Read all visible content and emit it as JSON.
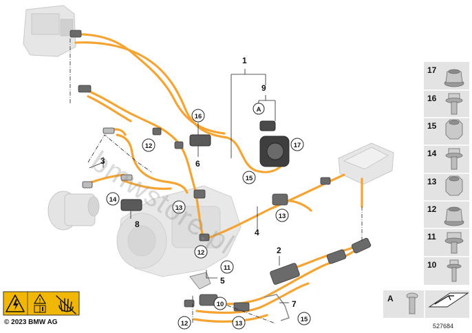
{
  "callouts": {
    "c1": "1",
    "c2": "2",
    "c3": "3",
    "c4": "4",
    "c5": "5",
    "c6": "6",
    "c7": "7",
    "c8": "8",
    "c9": "9"
  },
  "circled": {
    "a": "A",
    "n16": "16",
    "n17": "17",
    "n12a": "12",
    "n15a": "15",
    "n14": "14",
    "n13a": "13",
    "n13b": "13",
    "n12b": "12",
    "n11": "11",
    "n10": "10",
    "n12c": "12",
    "n13c": "13",
    "n15b": "15"
  },
  "parts_list": [
    {
      "num": "17",
      "icon": "flange-nut-icon"
    },
    {
      "num": "16",
      "icon": "flange-bolt-icon"
    },
    {
      "num": "15",
      "icon": "hex-nut-icon"
    },
    {
      "num": "14",
      "icon": "flange-bolt-icon"
    },
    {
      "num": "13",
      "icon": "hex-nut-icon"
    },
    {
      "num": "12",
      "icon": "flange-nut-icon"
    },
    {
      "num": "11",
      "icon": "collar-bolt-icon"
    },
    {
      "num": "10",
      "icon": "stud-bolt-icon"
    }
  ],
  "detail": {
    "label": "A"
  },
  "footer": {
    "copyright": "© 2023 BMW AG",
    "doc_number": "527684"
  },
  "watermark": "bmwstore.pl",
  "colors": {
    "cable": "#f5a432",
    "cable_dark": "#d98a1c",
    "component": "#d9d9d9",
    "warning": "#f2b705",
    "panel": "#e3e3e3"
  }
}
